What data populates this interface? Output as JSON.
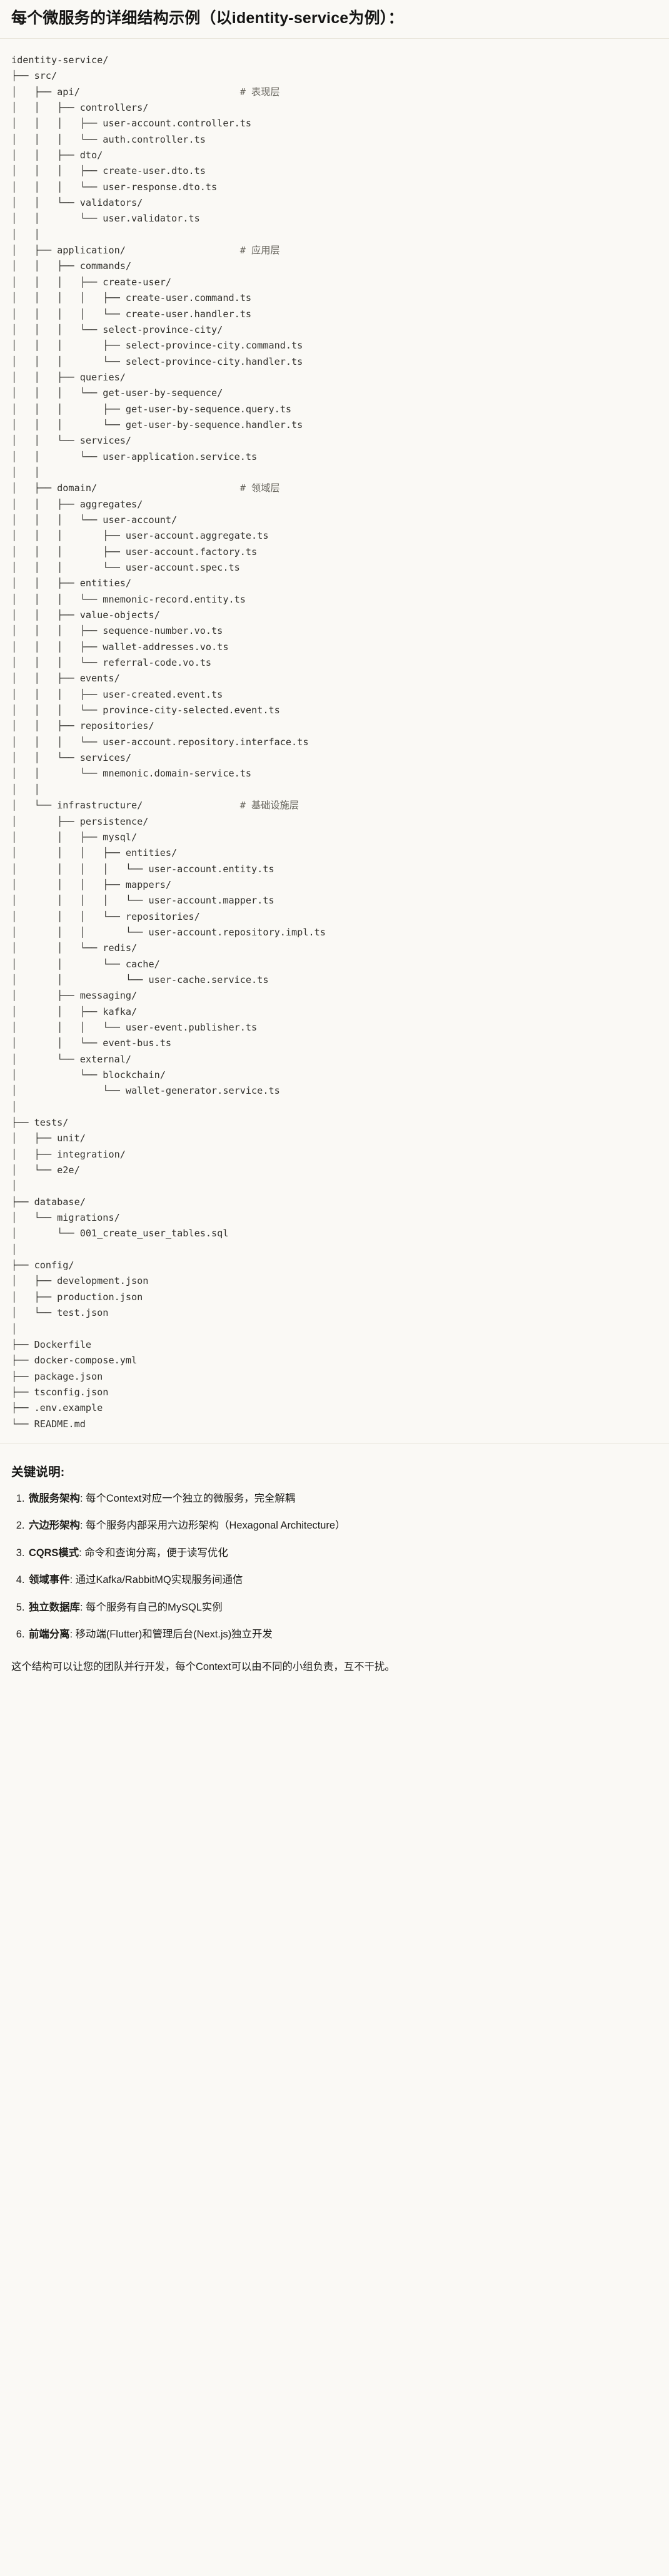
{
  "heading": "每个微服务的详细结构示例（以identity-service为例）：",
  "tree": {
    "root": "identity-service/",
    "lines": [
      {
        "text": "identity-service/",
        "comment": ""
      },
      {
        "text": "├── src/",
        "comment": ""
      },
      {
        "text": "│   ├── api/",
        "comment": "# 表现层"
      },
      {
        "text": "│   │   ├── controllers/",
        "comment": ""
      },
      {
        "text": "│   │   │   ├── user-account.controller.ts",
        "comment": ""
      },
      {
        "text": "│   │   │   └── auth.controller.ts",
        "comment": ""
      },
      {
        "text": "│   │   ├── dto/",
        "comment": ""
      },
      {
        "text": "│   │   │   ├── create-user.dto.ts",
        "comment": ""
      },
      {
        "text": "│   │   │   └── user-response.dto.ts",
        "comment": ""
      },
      {
        "text": "│   │   └── validators/",
        "comment": ""
      },
      {
        "text": "│   │       └── user.validator.ts",
        "comment": ""
      },
      {
        "text": "│   │",
        "comment": ""
      },
      {
        "text": "│   ├── application/",
        "comment": "# 应用层"
      },
      {
        "text": "│   │   ├── commands/",
        "comment": ""
      },
      {
        "text": "│   │   │   ├── create-user/",
        "comment": ""
      },
      {
        "text": "│   │   │   │   ├── create-user.command.ts",
        "comment": ""
      },
      {
        "text": "│   │   │   │   └── create-user.handler.ts",
        "comment": ""
      },
      {
        "text": "│   │   │   └── select-province-city/",
        "comment": ""
      },
      {
        "text": "│   │   │       ├── select-province-city.command.ts",
        "comment": ""
      },
      {
        "text": "│   │   │       └── select-province-city.handler.ts",
        "comment": ""
      },
      {
        "text": "│   │   ├── queries/",
        "comment": ""
      },
      {
        "text": "│   │   │   └── get-user-by-sequence/",
        "comment": ""
      },
      {
        "text": "│   │   │       ├── get-user-by-sequence.query.ts",
        "comment": ""
      },
      {
        "text": "│   │   │       └── get-user-by-sequence.handler.ts",
        "comment": ""
      },
      {
        "text": "│   │   └── services/",
        "comment": ""
      },
      {
        "text": "│   │       └── user-application.service.ts",
        "comment": ""
      },
      {
        "text": "│   │",
        "comment": ""
      },
      {
        "text": "│   ├── domain/",
        "comment": "# 领域层"
      },
      {
        "text": "│   │   ├── aggregates/",
        "comment": ""
      },
      {
        "text": "│   │   │   └── user-account/",
        "comment": ""
      },
      {
        "text": "│   │   │       ├── user-account.aggregate.ts",
        "comment": ""
      },
      {
        "text": "│   │   │       ├── user-account.factory.ts",
        "comment": ""
      },
      {
        "text": "│   │   │       └── user-account.spec.ts",
        "comment": ""
      },
      {
        "text": "│   │   ├── entities/",
        "comment": ""
      },
      {
        "text": "│   │   │   └── mnemonic-record.entity.ts",
        "comment": ""
      },
      {
        "text": "│   │   ├── value-objects/",
        "comment": ""
      },
      {
        "text": "│   │   │   ├── sequence-number.vo.ts",
        "comment": ""
      },
      {
        "text": "│   │   │   ├── wallet-addresses.vo.ts",
        "comment": ""
      },
      {
        "text": "│   │   │   └── referral-code.vo.ts",
        "comment": ""
      },
      {
        "text": "│   │   ├── events/",
        "comment": ""
      },
      {
        "text": "│   │   │   ├── user-created.event.ts",
        "comment": ""
      },
      {
        "text": "│   │   │   └── province-city-selected.event.ts",
        "comment": ""
      },
      {
        "text": "│   │   ├── repositories/",
        "comment": ""
      },
      {
        "text": "│   │   │   └── user-account.repository.interface.ts",
        "comment": ""
      },
      {
        "text": "│   │   └── services/",
        "comment": ""
      },
      {
        "text": "│   │       └── mnemonic.domain-service.ts",
        "comment": ""
      },
      {
        "text": "│   │",
        "comment": ""
      },
      {
        "text": "│   └── infrastructure/",
        "comment": "# 基础设施层"
      },
      {
        "text": "│       ├── persistence/",
        "comment": ""
      },
      {
        "text": "│       │   ├── mysql/",
        "comment": ""
      },
      {
        "text": "│       │   │   ├── entities/",
        "comment": ""
      },
      {
        "text": "│       │   │   │   └── user-account.entity.ts",
        "comment": ""
      },
      {
        "text": "│       │   │   ├── mappers/",
        "comment": ""
      },
      {
        "text": "│       │   │   │   └── user-account.mapper.ts",
        "comment": ""
      },
      {
        "text": "│       │   │   └── repositories/",
        "comment": ""
      },
      {
        "text": "│       │   │       └── user-account.repository.impl.ts",
        "comment": ""
      },
      {
        "text": "│       │   └── redis/",
        "comment": ""
      },
      {
        "text": "│       │       └── cache/",
        "comment": ""
      },
      {
        "text": "│       │           └── user-cache.service.ts",
        "comment": ""
      },
      {
        "text": "│       ├── messaging/",
        "comment": ""
      },
      {
        "text": "│       │   ├── kafka/",
        "comment": ""
      },
      {
        "text": "│       │   │   └── user-event.publisher.ts",
        "comment": ""
      },
      {
        "text": "│       │   └── event-bus.ts",
        "comment": ""
      },
      {
        "text": "│       └── external/",
        "comment": ""
      },
      {
        "text": "│           └── blockchain/",
        "comment": ""
      },
      {
        "text": "│               └── wallet-generator.service.ts",
        "comment": ""
      },
      {
        "text": "│",
        "comment": ""
      },
      {
        "text": "├── tests/",
        "comment": ""
      },
      {
        "text": "│   ├── unit/",
        "comment": ""
      },
      {
        "text": "│   ├── integration/",
        "comment": ""
      },
      {
        "text": "│   └── e2e/",
        "comment": ""
      },
      {
        "text": "│",
        "comment": ""
      },
      {
        "text": "├── database/",
        "comment": ""
      },
      {
        "text": "│   └── migrations/",
        "comment": ""
      },
      {
        "text": "│       └── 001_create_user_tables.sql",
        "comment": ""
      },
      {
        "text": "│",
        "comment": ""
      },
      {
        "text": "├── config/",
        "comment": ""
      },
      {
        "text": "│   ├── development.json",
        "comment": ""
      },
      {
        "text": "│   ├── production.json",
        "comment": ""
      },
      {
        "text": "│   └── test.json",
        "comment": ""
      },
      {
        "text": "│",
        "comment": ""
      },
      {
        "text": "├── Dockerfile",
        "comment": ""
      },
      {
        "text": "├── docker-compose.yml",
        "comment": ""
      },
      {
        "text": "├── package.json",
        "comment": ""
      },
      {
        "text": "├── tsconfig.json",
        "comment": ""
      },
      {
        "text": "├── .env.example",
        "comment": ""
      },
      {
        "text": "└── README.md",
        "comment": ""
      }
    ],
    "comment_column": 40
  },
  "keys": {
    "title": "关键说明:",
    "items": [
      {
        "term": "微服务架构",
        "sep": ": ",
        "desc": "每个Context对应一个独立的微服务，完全解耦"
      },
      {
        "term": "六边形架构",
        "sep": ": ",
        "desc": "每个服务内部采用六边形架构（Hexagonal Architecture）"
      },
      {
        "term": "CQRS模式",
        "sep": ": ",
        "desc": "命令和查询分离，便于读写优化"
      },
      {
        "term": "领域事件",
        "sep": ": ",
        "desc": "通过Kafka/RabbitMQ实现服务间通信"
      },
      {
        "term": "独立数据库",
        "sep": ": ",
        "desc": "每个服务有自己的MySQL实例"
      },
      {
        "term": "前端分离",
        "sep": ": ",
        "desc": "移动端(Flutter)和管理后台(Next.js)独立开发"
      }
    ],
    "closing": "这个结构可以让您的团队并行开发，每个Context可以由不同的小组负责，互不干扰。"
  }
}
